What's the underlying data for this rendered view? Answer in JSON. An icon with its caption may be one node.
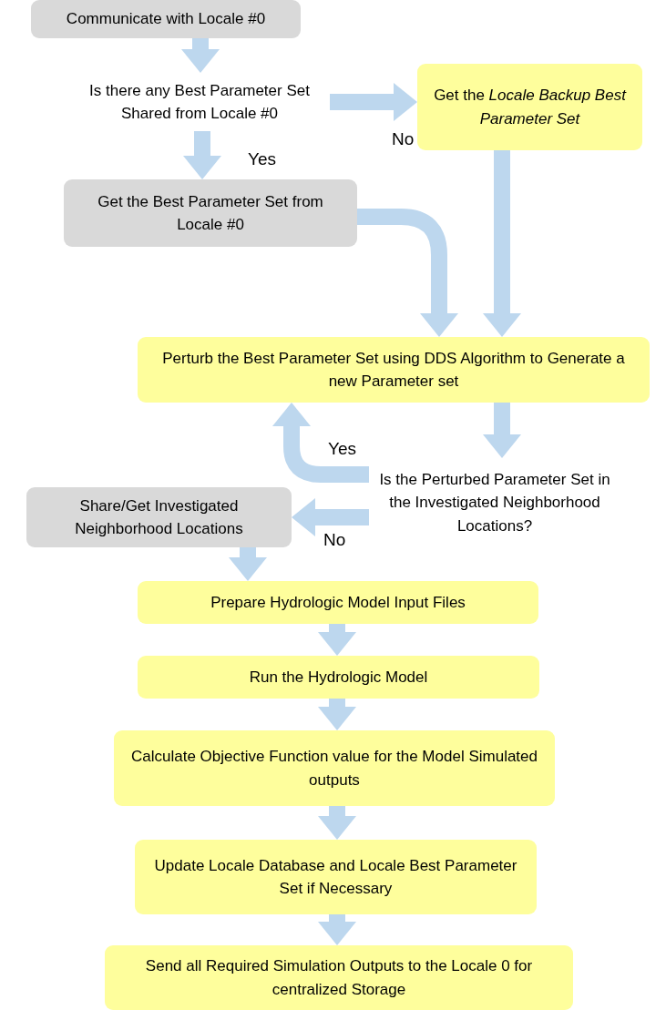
{
  "diagram": {
    "nodes": [
      {
        "text": [
          "Communicate with Locale #0"
        ]
      },
      {
        "text": [
          "Is there any Best Parameter Set Shared from Locale #0"
        ]
      },
      {
        "text": [
          "Get the *Locale Backup Best Parameter Set*"
        ]
      },
      {
        "text": [
          "Get the Best Parameter Set from Locale #0"
        ]
      },
      {
        "text": [
          "Perturb the Best Parameter Set using DDS Algorithm to Generate a new Parameter set"
        ]
      },
      {
        "text": [
          "Is the Perturbed Parameter Set in the Investigated Neighborhood Locations?"
        ]
      },
      {
        "text": [
          "Share/Get Investigated Neighborhood Locations"
        ]
      },
      {
        "text": [
          "Prepare Hydrologic Model Input Files"
        ]
      },
      {
        "text": [
          "Run the Hydrologic Model"
        ]
      },
      {
        "text": [
          "Calculate Objective Function value for the Model Simulated outputs"
        ]
      },
      {
        "text": [
          "Update Locale Database and Locale Best Parameter Set if Necessary"
        ]
      },
      {
        "text": [
          "Send all Required Simulation Outputs to the Locale 0 for centralized Storage"
        ]
      }
    ],
    "edges": [
      {
        "from": 0,
        "to": 1,
        "arrow": "to"
      },
      {
        "from": 1,
        "to": 3,
        "arrow": "to",
        "label": "Yes"
      },
      {
        "from": 1,
        "to": 2,
        "arrow": "to",
        "label": "No"
      },
      {
        "from": 3,
        "to": 4,
        "arrow": "to"
      },
      {
        "from": 2,
        "to": 4,
        "arrow": "to"
      },
      {
        "from": 4,
        "to": 5,
        "arrow": "to"
      },
      {
        "from": 5,
        "to": 4,
        "arrow": "to",
        "label": "Yes"
      },
      {
        "from": 5,
        "to": 6,
        "arrow": "to",
        "label": "No"
      },
      {
        "from": 6,
        "to": 7,
        "arrow": "to"
      },
      {
        "from": 7,
        "to": 8,
        "arrow": "to"
      },
      {
        "from": 8,
        "to": 9,
        "arrow": "to"
      },
      {
        "from": 9,
        "to": 10,
        "arrow": "to"
      },
      {
        "from": 10,
        "to": 11,
        "arrow": "to"
      }
    ]
  }
}
